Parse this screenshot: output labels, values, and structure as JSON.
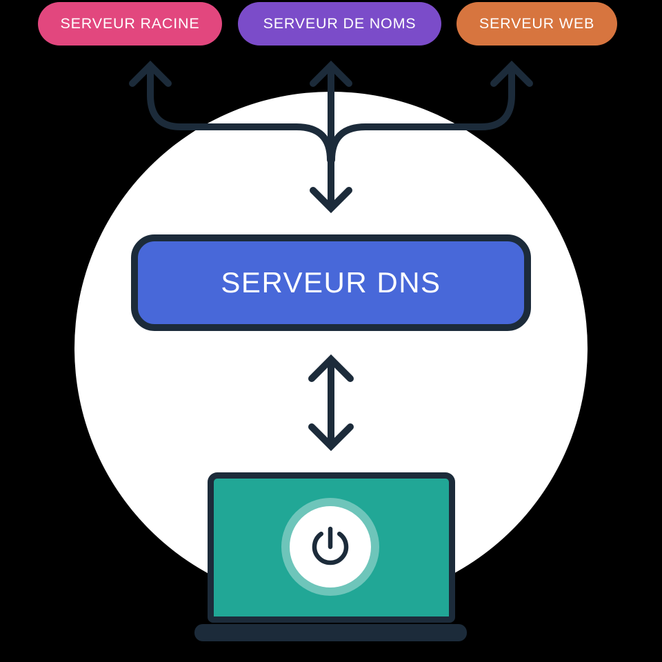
{
  "diagram": {
    "nodes": {
      "root_server": {
        "label": "SERVEUR RACINE",
        "color": "#E2477E"
      },
      "name_server": {
        "label": "SERVEUR DE NOMS",
        "color": "#7B4CC9"
      },
      "web_server": {
        "label": "SERVEUR WEB",
        "color": "#D7753F"
      },
      "dns_server": {
        "label": "SERVEUR DNS",
        "color": "#4868D9"
      },
      "client_laptop": {
        "icon": "power-icon",
        "screen_color": "#21A796",
        "frame_color": "#1C2B3A"
      }
    },
    "connections": [
      {
        "from": "dns_server",
        "to": "root_server",
        "style": "arrow-up-branch"
      },
      {
        "from": "dns_server",
        "to": "name_server",
        "style": "arrow-bidirectional"
      },
      {
        "from": "dns_server",
        "to": "web_server",
        "style": "arrow-up-branch"
      },
      {
        "from": "dns_server",
        "to": "client_laptop",
        "style": "arrow-bidirectional"
      }
    ],
    "colors": {
      "background": "#000000",
      "backdrop_circle": "#FFFFFF",
      "line": "#1C2B3A"
    }
  }
}
